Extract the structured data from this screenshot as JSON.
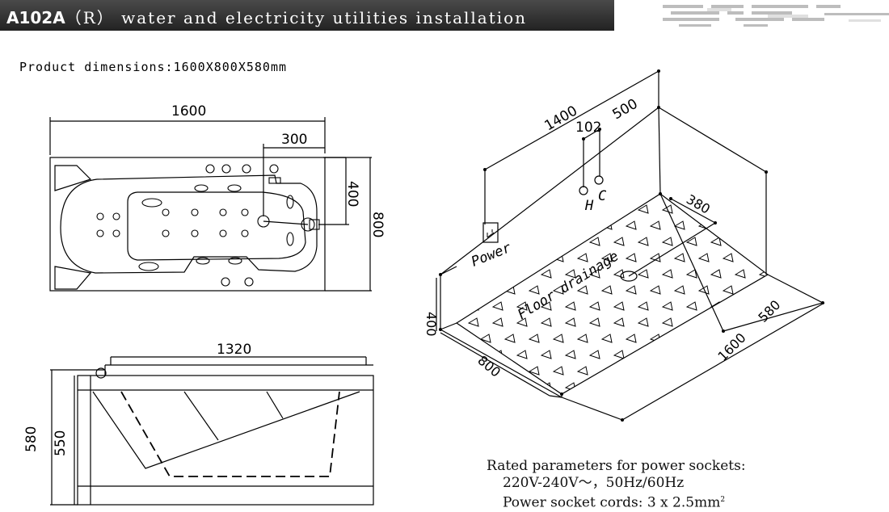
{
  "header": {
    "model": "A102A",
    "title": "（R） water and electricity utilities installation"
  },
  "product_dimensions": "Product dimensions:1600X800X580mm",
  "top_view": {
    "length": "1600",
    "offset": "300",
    "offset_v": "400",
    "width": "800"
  },
  "side_view": {
    "length": "1320",
    "height_total": "580",
    "height_inner": "550"
  },
  "room_view": {
    "wall_length": "1400",
    "pipe_spacing": "102",
    "wall_offset": "500",
    "drain_offset": "380",
    "hot": "H",
    "cold": "C",
    "power": "Power",
    "floor_drainage": "Floor drainage",
    "height": "400",
    "depth": "800",
    "length": "1600",
    "width": "580"
  },
  "specs": {
    "title": "Rated parameters for power sockets:",
    "voltage": "220V-240V～，50Hz/60Hz",
    "cords": "Power socket cords: 3 x 2.5mm",
    "cords_sup": "2"
  }
}
